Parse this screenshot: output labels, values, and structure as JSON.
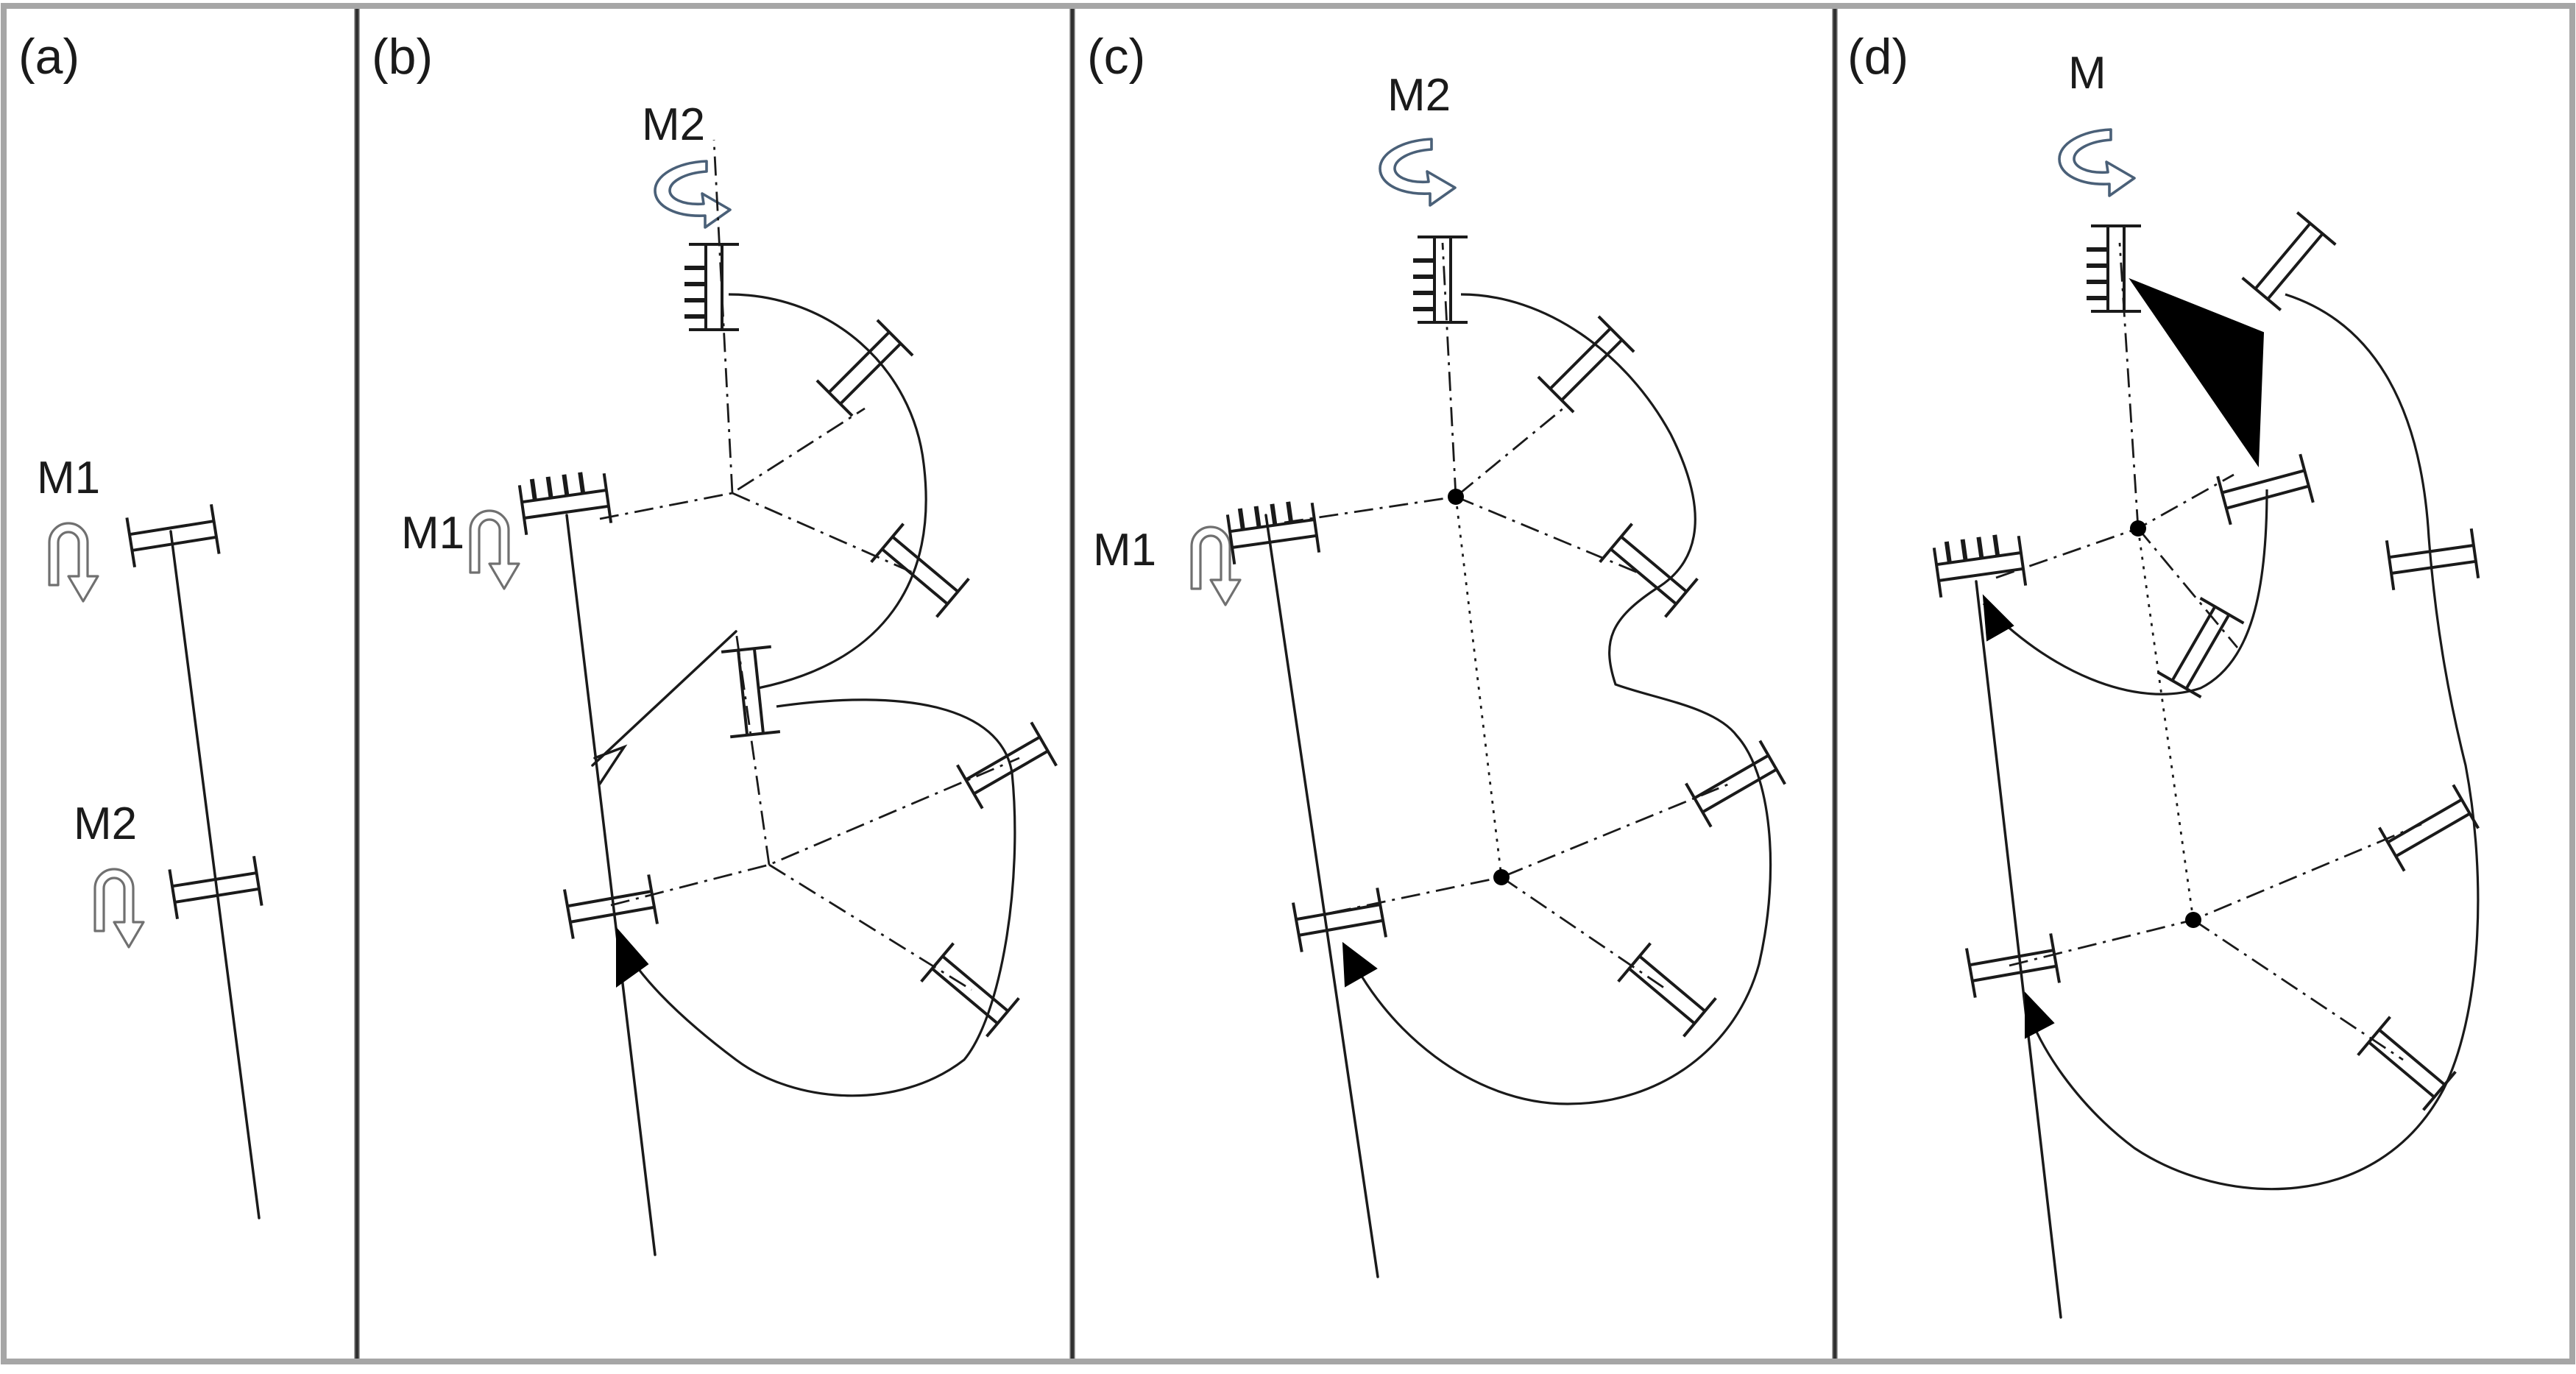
{
  "panels": [
    {
      "label": "(a)",
      "motors": [
        "M1",
        "M2"
      ]
    },
    {
      "label": "(b)",
      "motors": [
        "M2",
        "M1"
      ]
    },
    {
      "label": "(c)",
      "motors": [
        "M2",
        "M1"
      ]
    },
    {
      "label": "(d)",
      "motors": [
        "M"
      ]
    }
  ],
  "colors": {
    "border": "#a6a6a6",
    "line": "#1a1a1a",
    "motor_arrow": "#707070",
    "rotary_arrow": "#4a6078"
  }
}
